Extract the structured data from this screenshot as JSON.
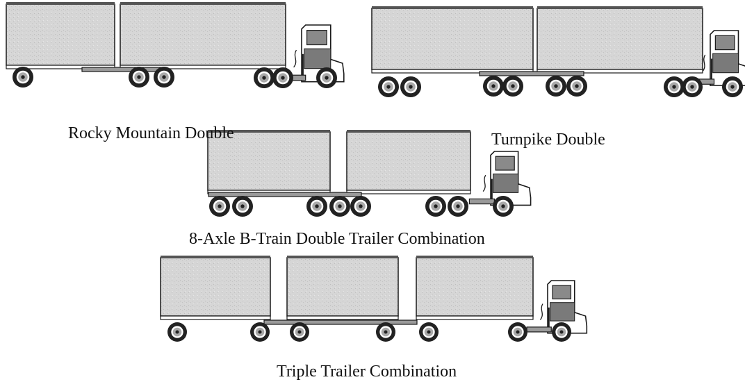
{
  "figure": {
    "combinations": [
      {
        "caption": "Rocky Mountain Double"
      },
      {
        "caption": "Turnpike Double"
      },
      {
        "caption": "8-Axle B-Train Double Trailer Combination"
      },
      {
        "caption": "Triple Trailer Combination"
      }
    ],
    "colors": {
      "trailer_fill": "#d3d3d3",
      "outline": "#1a1a1a",
      "cab_fill": "#ffffff",
      "window_fill": "#8a8a8a",
      "wheel_outer": "#222222",
      "wheel_inner": "#a9a9a9"
    }
  }
}
